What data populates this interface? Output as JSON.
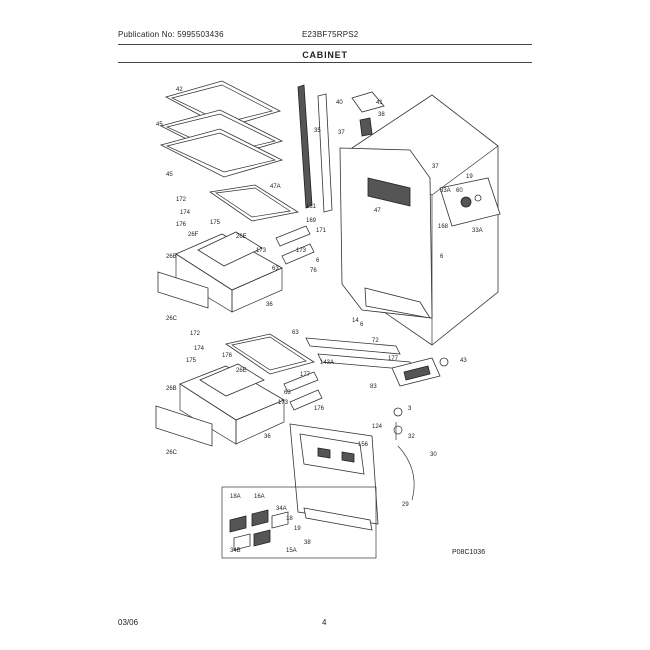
{
  "header": {
    "publication": "Publication No: 5995503436",
    "model": "E23BF75RPS2",
    "section": "CABINET"
  },
  "footer": {
    "date": "03/06",
    "page": "4"
  },
  "diagram": {
    "drawing_id": "P08C1036",
    "part_labels": {
      "p42": "42",
      "p45a": "45",
      "p45b": "45",
      "p35": "35",
      "p40": "40",
      "p41": "41",
      "p38": "38",
      "p37a": "37",
      "p37b": "37",
      "p131": "131",
      "p47a": "47A",
      "p172a": "172",
      "p174a": "174",
      "p176a": "176",
      "p175a": "175",
      "p26ea": "26E",
      "p26ba": "26B",
      "p26fa": "26F",
      "p173a": "173",
      "p63a": "63",
      "p76": "76",
      "p26ca": "26C",
      "p36a": "36",
      "p47": "47",
      "p169": "169",
      "p171": "171",
      "p19": "19",
      "p33a": "33A",
      "p60": "60",
      "p33b": "33A",
      "p168": "168",
      "p6": "6",
      "p6b": "6",
      "p14": "14",
      "p63b": "63",
      "p72": "72",
      "p177": "177",
      "p43": "43",
      "p143a": "143A",
      "p83": "83",
      "p172b": "172",
      "p174b": "174",
      "p176b": "176",
      "p175b": "175",
      "p26eb": "26E",
      "p26bb": "26B",
      "p173b": "173",
      "p63c": "63",
      "p26cb": "26C",
      "p36b": "36",
      "p3": "3",
      "p32": "32",
      "p30": "30",
      "p124": "124",
      "p156": "156",
      "p29": "29",
      "p18a": "18A",
      "p16a": "16A",
      "p34a": "34A",
      "p18": "18",
      "p19b": "19",
      "p15a": "15A",
      "p34b": "34B",
      "p38b": "38",
      "p177b": "177"
    }
  }
}
